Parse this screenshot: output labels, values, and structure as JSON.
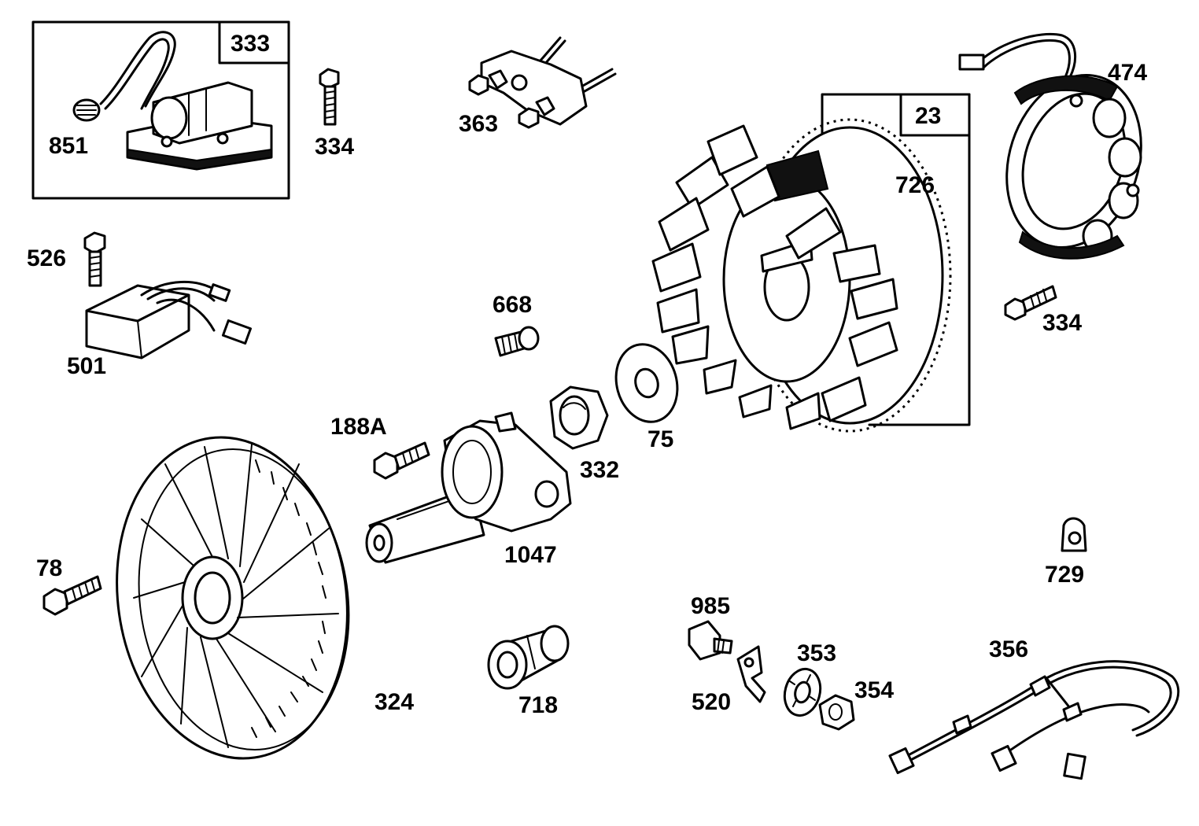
{
  "diagram": {
    "parts": [
      {
        "id": "333",
        "label": "333",
        "boxed": true
      },
      {
        "id": "851",
        "label": "851"
      },
      {
        "id": "334a",
        "label": "334"
      },
      {
        "id": "363",
        "label": "363"
      },
      {
        "id": "23",
        "label": "23",
        "boxed": true
      },
      {
        "id": "726",
        "label": "726"
      },
      {
        "id": "474",
        "label": "474"
      },
      {
        "id": "526",
        "label": "526"
      },
      {
        "id": "501",
        "label": "501"
      },
      {
        "id": "668",
        "label": "668"
      },
      {
        "id": "334b",
        "label": "334"
      },
      {
        "id": "188A",
        "label": "188A"
      },
      {
        "id": "332",
        "label": "332"
      },
      {
        "id": "75",
        "label": "75"
      },
      {
        "id": "1047",
        "label": "1047"
      },
      {
        "id": "78",
        "label": "78"
      },
      {
        "id": "729",
        "label": "729"
      },
      {
        "id": "985",
        "label": "985"
      },
      {
        "id": "353",
        "label": "353"
      },
      {
        "id": "356",
        "label": "356"
      },
      {
        "id": "354",
        "label": "354"
      },
      {
        "id": "520",
        "label": "520"
      },
      {
        "id": "324",
        "label": "324"
      },
      {
        "id": "718",
        "label": "718"
      }
    ]
  }
}
